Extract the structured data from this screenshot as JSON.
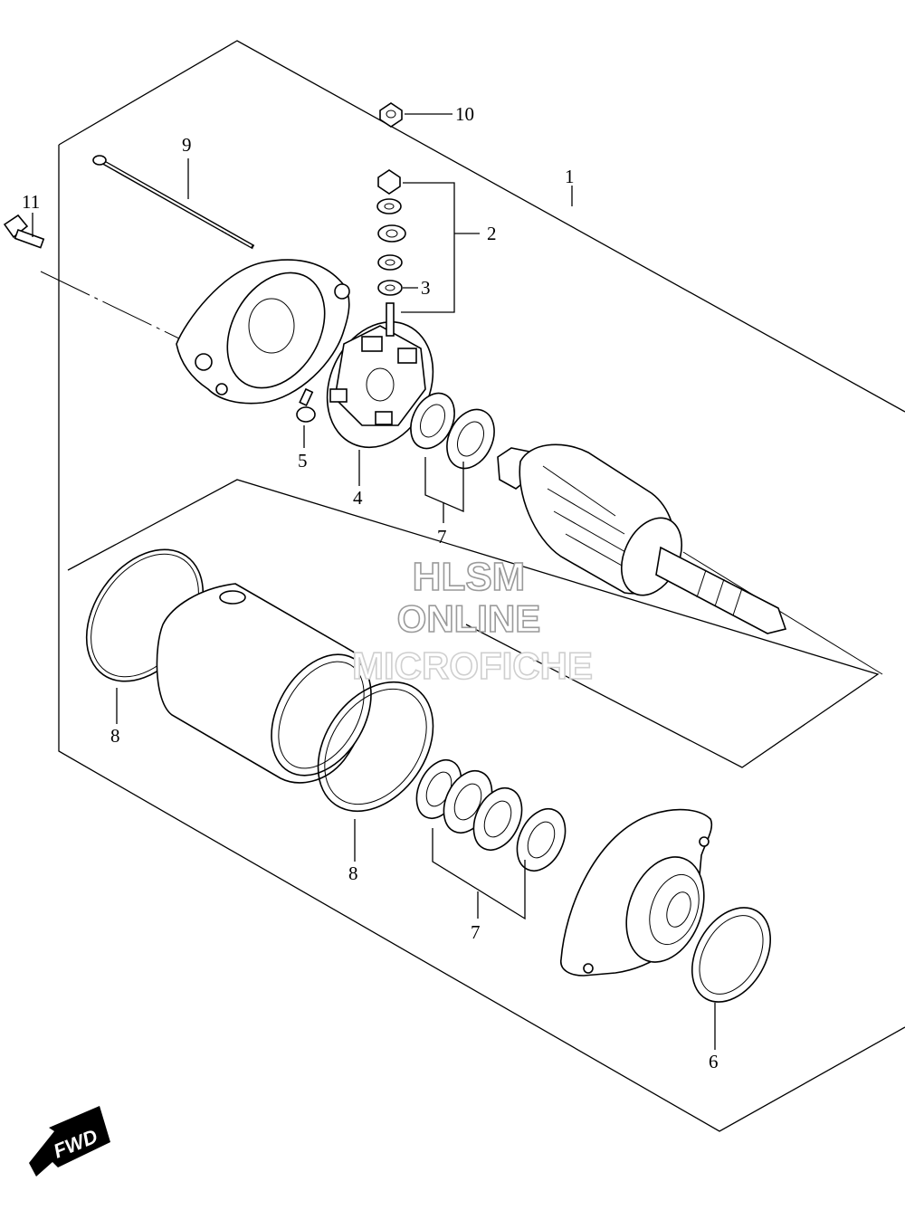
{
  "watermark": {
    "line1": "HLSM",
    "line2": "ONLINE",
    "line3": "MICROFICHE"
  },
  "badge": {
    "label": "FWD"
  },
  "callouts": {
    "c1": "1",
    "c2": "2",
    "c3": "3",
    "c4": "4",
    "c5": "5",
    "c6": "6",
    "c7a": "7",
    "c7b": "7",
    "c8a": "8",
    "c8b": "8",
    "c9": "9",
    "c10": "10",
    "c11": "11"
  }
}
